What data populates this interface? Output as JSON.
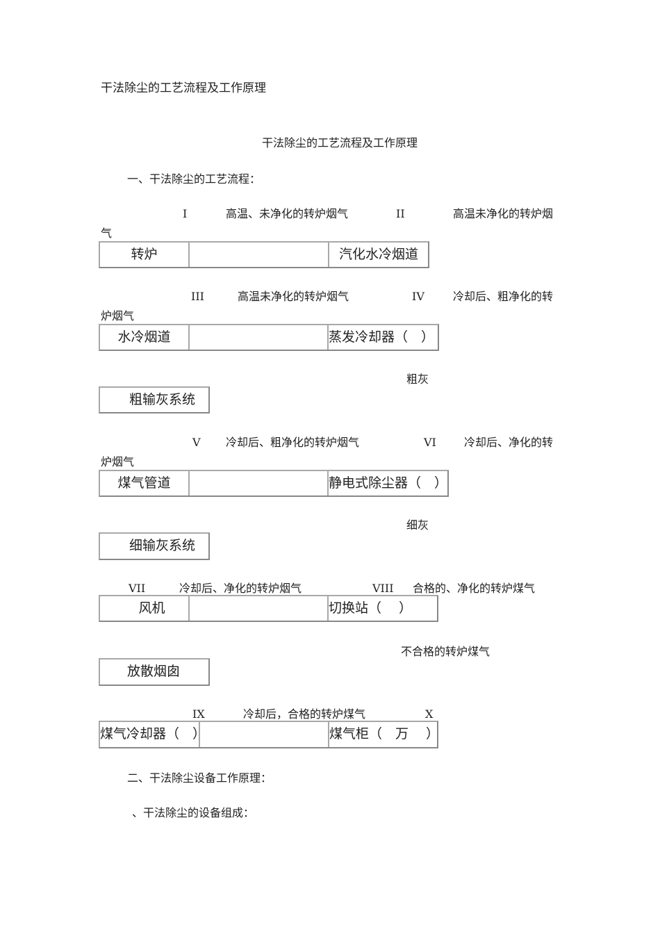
{
  "doc_title": "干法除尘的工艺流程及工作原理",
  "heading": "干法除尘的工艺流程及工作原理",
  "section1": "一、干法除尘的工艺流程：",
  "rows": [
    {
      "n1": "I",
      "l1": "高温、未净化的转炉烟气",
      "n2": "II",
      "l2": "高温未净化的转炉烟",
      "wrap": "气",
      "cells": [
        "转炉",
        "",
        "汽化水冷烟道"
      ]
    },
    {
      "n1": "III",
      "l1": "高温未净化的转炉烟气",
      "n2": "IV",
      "l2": "冷却后、粗净化的转",
      "wrap": "炉烟气",
      "cells": [
        "水冷烟道",
        "",
        "蒸发冷却器（　）"
      ]
    },
    {
      "note": "粗灰",
      "box": "粗输灰系统"
    },
    {
      "n1": "V",
      "l1": "冷却后、粗净化的转炉烟气",
      "n2": "VI",
      "l2": "冷却后、净化的转",
      "wrap": "炉烟气",
      "cells": [
        "煤气管道",
        "",
        "静电式除尘器（　）"
      ]
    },
    {
      "note": "细灰",
      "box": "细输灰系统"
    },
    {
      "n1": "VII",
      "l1": "冷却后、净化的转炉烟气",
      "n2": "VIII",
      "l2": "合格的、净化的转炉煤气",
      "cells": [
        "风机",
        "",
        "切换站（　 ）"
      ]
    },
    {
      "note": "不合格的转炉煤气",
      "box": "放散烟囱"
    },
    {
      "n1": "IX",
      "l1": "冷却后，合格的转炉煤气",
      "n2": "X",
      "cells": [
        "煤气冷却器（　）",
        "",
        "煤气柜（　万　 ）"
      ]
    }
  ],
  "section2": "二、干法除尘设备工作原理：",
  "section2_sub": "、干法除尘的设备组成："
}
